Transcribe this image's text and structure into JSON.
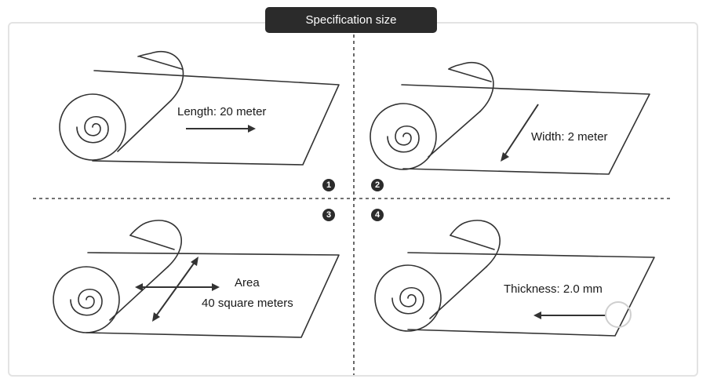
{
  "header": {
    "title": "Specification size"
  },
  "panels": [
    {
      "number": "1",
      "label": "Length: 20 meter"
    },
    {
      "number": "2",
      "label": "Width: 2 meter"
    },
    {
      "number": "3",
      "label_line1": "Area",
      "label_line2": "40 square meters"
    },
    {
      "number": "4",
      "label": "Thickness: 2.0 mm"
    }
  ],
  "colors": {
    "tab_background": "#2b2b2b",
    "line": "#333333",
    "divider": "#444444"
  }
}
